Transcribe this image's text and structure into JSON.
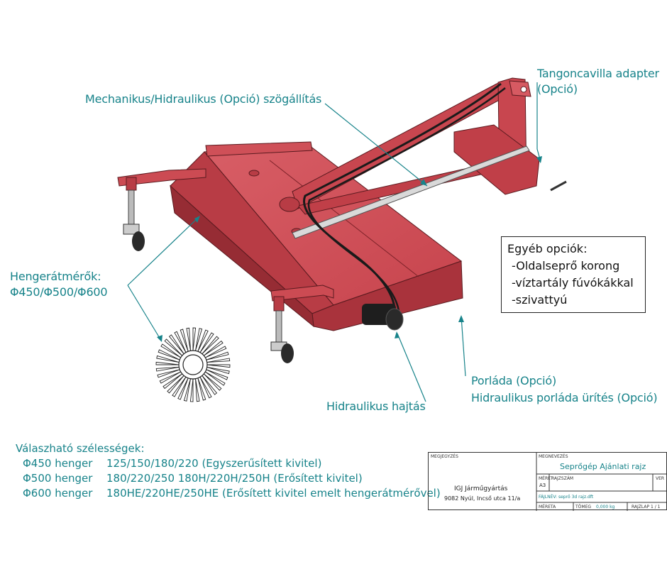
{
  "labels": {
    "szogallitas": "Mechanikus/Hidraulikus (Opció) szögállítás",
    "tangon_1": "Tangoncavilla adapter",
    "tangon_2": "(Opció)",
    "henger_1": "Hengerátmérők:",
    "henger_2": "Φ450/Φ500/Φ600",
    "porlada_1": "Porláda (Opció)",
    "porlada_2": "Hidraulikus porláda ürítés (Opció)",
    "hajtas": "Hidraulikus hajtás"
  },
  "options": {
    "title": "Egyéb opciók:",
    "items": [
      "-Oldalseprő korong",
      "-víztartály fúvókákkal",
      "-szivattyú"
    ]
  },
  "widths": {
    "title": "Válaszható szélességek:",
    "rows": [
      {
        "dia": "Φ450 henger",
        "sizes": "125/150/180/220 (Egyszerűsített kivitel)"
      },
      {
        "dia": "Φ500 henger",
        "sizes": "180/220/250   180H/220H/250H (Erősített kivitel)"
      },
      {
        "dia": "Φ600 henger",
        "sizes": "180HE/220HE/250HE (Erősített kivitel emelt hengerátmérővel)"
      }
    ]
  },
  "title_block": {
    "megjegyzes_label": "MEGJEGYZÉS",
    "megnevezes_label": "MEGNEVEZÉS",
    "megnevezes": "Seprőgép Ajánlati rajz",
    "meret_label": "MÉRET",
    "meret": "A3",
    "rajzszam_label": "RAJZSZÁM",
    "ver_label": "VER",
    "company": "IGJ Járműgyártás",
    "address": "9082 Nyúl, Incső utca 11/a",
    "fajlnev": "FÁJLNÉV: seprő 3d rajz.dft",
    "mereta_label": "MÉRETA",
    "tomeg_label": "TÖMEG",
    "tomeg": "0,000 kg",
    "rajzlap": "RAJZLAP 1 / 1"
  },
  "colors": {
    "body": "#c8464f",
    "body_light": "#d65a62",
    "body_dark": "#9f3038",
    "annotation": "#17838a"
  }
}
